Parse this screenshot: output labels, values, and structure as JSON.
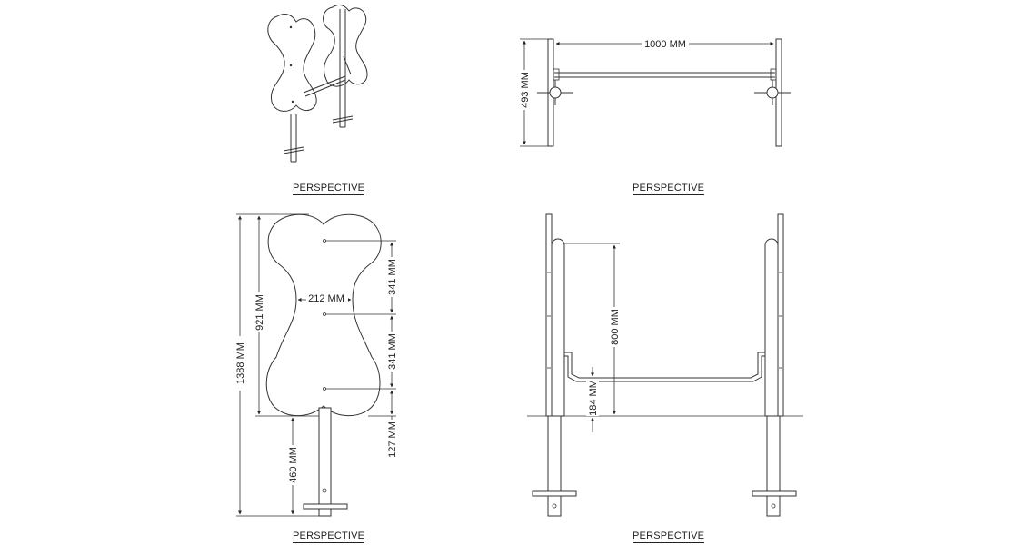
{
  "captions": {
    "top_left": "PERSPECTIVE",
    "top_right": "PERSPECTIVE",
    "bottom_left": "PERSPECTIVE",
    "bottom_right": "PERSPECTIVE"
  },
  "dimensions": {
    "span_width": "1000 MM",
    "board_height_top": "493 MM",
    "total_height": "1388 MM",
    "board_height": "921 MM",
    "waist_width": "212 MM",
    "upper_spacing": "341 MM",
    "lower_spacing": "341 MM",
    "bottom_margin": "127 MM",
    "post_depth": "460 MM",
    "bar_height": "800 MM",
    "bar_clearance": "184 MM"
  }
}
